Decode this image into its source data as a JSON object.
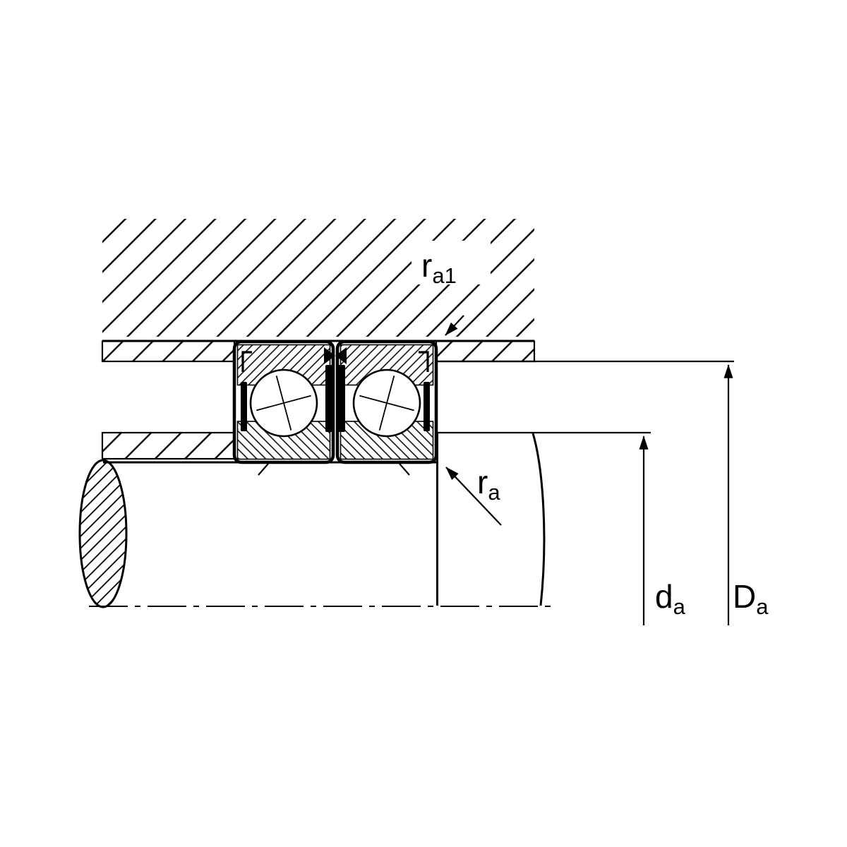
{
  "labels": {
    "ra1": {
      "base": "r",
      "sub": "a1"
    },
    "ra": {
      "base": "r",
      "sub": "a"
    },
    "da": {
      "base": "d",
      "sub": "a"
    },
    "Da": {
      "base": "D",
      "sub": "a"
    }
  },
  "colors": {
    "line": "#000000",
    "background": "#ffffff"
  }
}
